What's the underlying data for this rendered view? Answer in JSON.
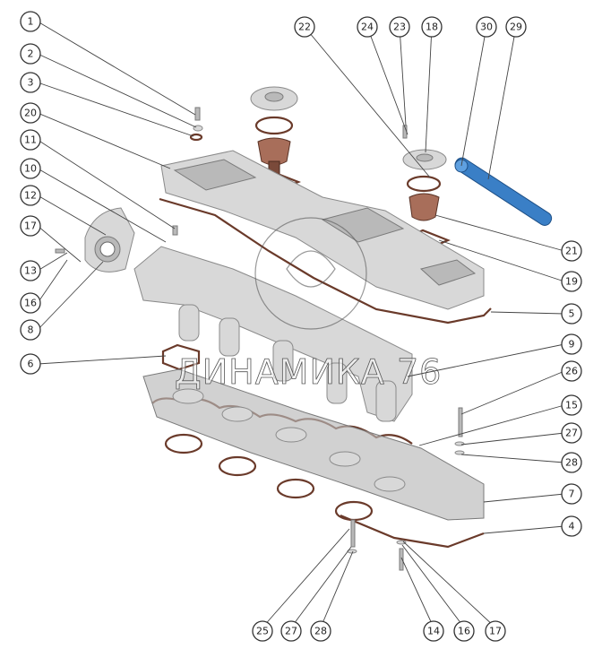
{
  "watermark_text": "ДИНАМИКА 76",
  "callouts": [
    {
      "label": "1"
    },
    {
      "label": "2"
    },
    {
      "label": "3"
    },
    {
      "label": "20"
    },
    {
      "label": "11"
    },
    {
      "label": "10"
    },
    {
      "label": "12"
    },
    {
      "label": "17"
    },
    {
      "label": "13"
    },
    {
      "label": "16"
    },
    {
      "label": "8"
    },
    {
      "label": "6"
    },
    {
      "label": "22"
    },
    {
      "label": "24"
    },
    {
      "label": "23"
    },
    {
      "label": "18"
    },
    {
      "label": "30"
    },
    {
      "label": "29"
    },
    {
      "label": "21"
    },
    {
      "label": "19"
    },
    {
      "label": "5"
    },
    {
      "label": "9"
    },
    {
      "label": "26"
    },
    {
      "label": "15"
    },
    {
      "label": "27"
    },
    {
      "label": "28"
    },
    {
      "label": "7"
    },
    {
      "label": "4"
    },
    {
      "label": "25"
    },
    {
      "label": "27"
    },
    {
      "label": "28"
    },
    {
      "label": "14"
    },
    {
      "label": "16"
    },
    {
      "label": "17"
    }
  ],
  "colors": {
    "metal": "#d8d8d8",
    "gasket": "#6a3a2a",
    "rubber": "#a86e5a",
    "tube": "#3a7fc6"
  }
}
